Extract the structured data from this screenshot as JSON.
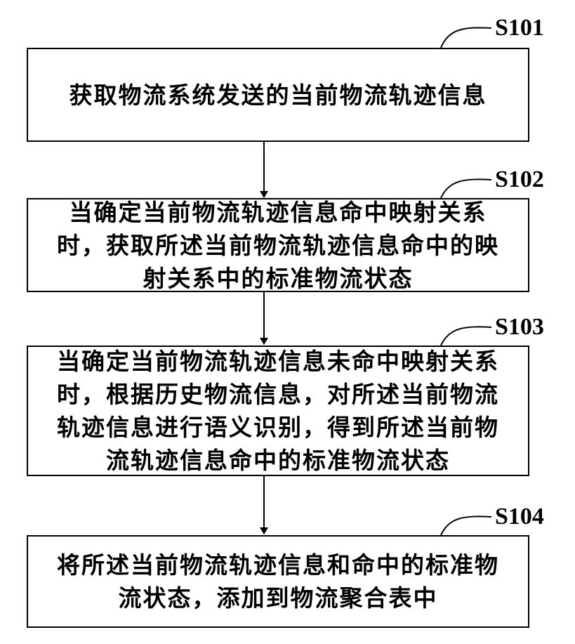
{
  "steps": [
    {
      "id": "S101",
      "text": "获取物流系统发送的当前物流轨迹信息"
    },
    {
      "id": "S102",
      "text": "当确定当前物流轨迹信息命中映射关系\n时，获取所述当前物流轨迹信息命中的映\n射关系中的标准物流状态"
    },
    {
      "id": "S103",
      "text": "当确定当前物流轨迹信息未命中映射关系\n时，根据历史物流信息，对所述当前物流\n轨迹信息进行语义识别，得到所述当前物\n流轨迹信息命中的标准物流状态"
    },
    {
      "id": "S104",
      "text": "将所述当前物流轨迹信息和命中的标准物\n流状态，添加到物流聚合表中"
    }
  ]
}
